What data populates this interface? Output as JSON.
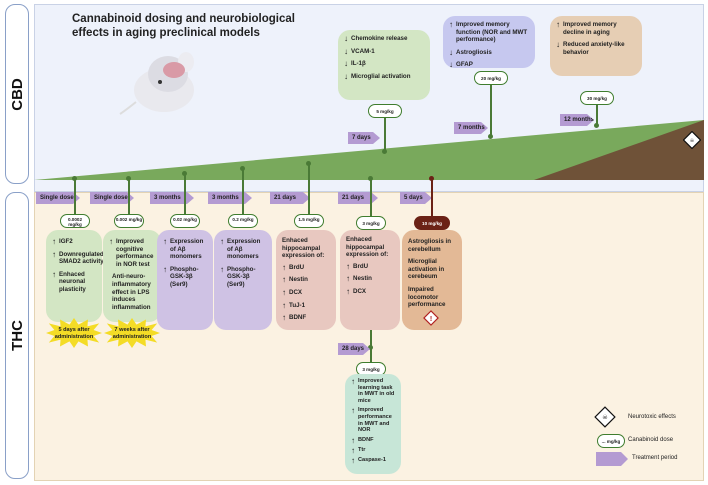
{
  "title": "Cannabinoid dosing and neurobiological effects in aging preclinical models",
  "sections": {
    "cbd": "CBD",
    "thc": "THC"
  },
  "colors": {
    "green_box": "#d3e6c4",
    "blue_box": "#c6c8ef",
    "tan_box": "#e6ceb4",
    "purple_box": "#cfc2e4",
    "pink_box": "#e8c8c0",
    "orange_box": "#e3b996",
    "teal_box": "#c7e6d7",
    "period_arrow": "#b49bd2",
    "dark_dose": "#6b2216",
    "slope_green": "#79a95c",
    "slope_brown": "#6f5238"
  },
  "cbd": [
    {
      "period": "7 days",
      "dose": "5 mg/kg",
      "items": [
        {
          "arrow": "↓",
          "text": "Chemokine release"
        },
        {
          "arrow": "↓",
          "text": "VCAM-1"
        },
        {
          "arrow": "↓",
          "text": "IL-1β"
        },
        {
          "arrow": "↓",
          "text": "Microglial activation"
        }
      ]
    },
    {
      "period": "7 months",
      "dose": "20 mg/kg",
      "items": [
        {
          "arrow": "↑",
          "text": "Improved memory function (NOR and MWT performance)"
        },
        {
          "arrow": "↓",
          "text": "Astrogliosis"
        },
        {
          "arrow": "↓",
          "text": "GFAP"
        }
      ]
    },
    {
      "period": "12 months",
      "dose": "30 mg/kg",
      "items": [
        {
          "arrow": "↑",
          "text": "Improved memory decline in aging"
        },
        {
          "arrow": "↓",
          "text": "Reduced anxiety-like behavior"
        }
      ]
    }
  ],
  "thc": [
    {
      "period": "Single dose",
      "dose": "0.0002 mg/kg",
      "items": [
        {
          "arrow": "↑",
          "text": "IGF2"
        },
        {
          "arrow": "↑",
          "text": "Downregulated SMAD2 activity"
        },
        {
          "arrow": "↑",
          "text": "Enhaced neuronal plasticity"
        }
      ],
      "note": "5 days after administration"
    },
    {
      "period": "Single dose",
      "dose": "0.002 mg/kg",
      "items": [
        {
          "arrow": "↑",
          "text": "Improved cognitive performance in NOR test"
        },
        {
          "arrow": "",
          "text": "Anti-neuro-inflammatory effect in LPS induces inflammation"
        }
      ],
      "note": "7 weeks after administration"
    },
    {
      "period": "3 months",
      "dose": "0.02 mg/kg",
      "items": [
        {
          "arrow": "↑",
          "text": "Expression of Aβ monomers"
        },
        {
          "arrow": "↑",
          "text": "Phospho-GSK-3β (Ser9)"
        }
      ]
    },
    {
      "period": "3 months",
      "dose": "0.2 mg/kg",
      "items": [
        {
          "arrow": "↑",
          "text": "Expression of Aβ monomers"
        },
        {
          "arrow": "↑",
          "text": "Phospho-GSK-3β (Ser9)"
        }
      ]
    },
    {
      "period": "21 days",
      "dose": "1.5 mg/kg",
      "heading": "Enhaced hippocampal expression of:",
      "items": [
        {
          "arrow": "↑",
          "text": "BrdU"
        },
        {
          "arrow": "↑",
          "text": "Nestin"
        },
        {
          "arrow": "↑",
          "text": "DCX"
        },
        {
          "arrow": "↑",
          "text": "TuJ-1"
        },
        {
          "arrow": "↑",
          "text": "BDNF"
        }
      ]
    },
    {
      "period": "21 days",
      "dose": "3 mg/kg",
      "heading": "Enhaced hippocampal expression of:",
      "items": [
        {
          "arrow": "↑",
          "text": "BrdU"
        },
        {
          "arrow": "↑",
          "text": "Nestin"
        },
        {
          "arrow": "↑",
          "text": "DCX"
        }
      ]
    },
    {
      "period": "5 days",
      "dose": "10 mg/kg",
      "items": [
        {
          "arrow": "",
          "text": "Astrogliosis in cerebellum"
        },
        {
          "arrow": "",
          "text": "Microglial activation in cerebeum"
        },
        {
          "arrow": "",
          "text": "Impaired locomotor performance"
        }
      ]
    },
    {
      "period": "28 days",
      "dose": "3 mg/kg",
      "items": [
        {
          "arrow": "↑",
          "text": "Improved learning task in MWT in old mice"
        },
        {
          "arrow": "↑",
          "text": "Improved performance in MWT and NOR"
        },
        {
          "arrow": "↑",
          "text": "BDNF"
        },
        {
          "arrow": "↑",
          "text": "Ttr"
        },
        {
          "arrow": "↑",
          "text": "Caspase-1"
        }
      ]
    }
  ],
  "legend": {
    "neurotoxic": "Neurotoxic effects",
    "dose": "Canabinoid dose",
    "dose_sample": "... mg/kg",
    "period": "Treatment period"
  }
}
